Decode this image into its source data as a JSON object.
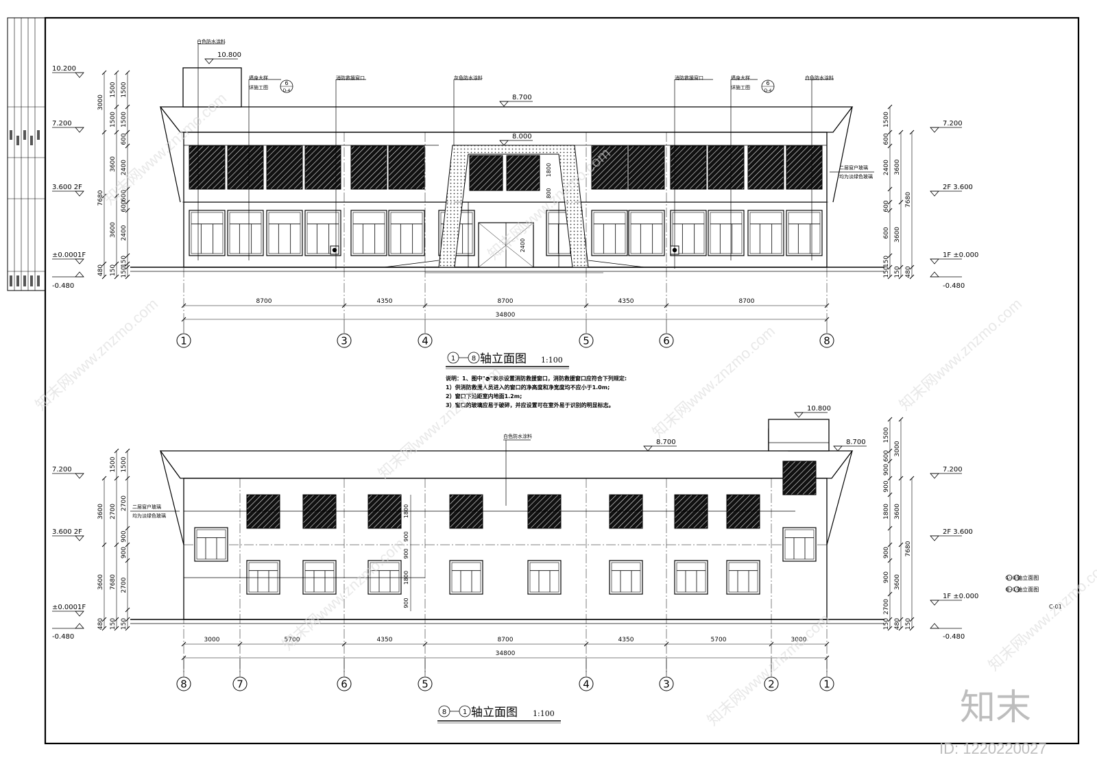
{
  "drawing": {
    "scale": "1:100",
    "sheet_no": "C-01",
    "index_list": [
      "①-⑧轴立面图",
      "⑧-①轴立面图"
    ]
  },
  "elevation_front": {
    "title_axes": [
      "1",
      "8"
    ],
    "title": "轴立面图",
    "scale": "1:100",
    "levels_left": [
      "10.200",
      "7.200",
      "3.600  2F",
      "±0.0001F",
      "-0.480"
    ],
    "levels_right": [
      "7.200",
      "2F  3.600",
      "1F  ±0.000",
      "-0.480"
    ],
    "level_marks_top": [
      "10.800",
      "8.700",
      "8.000"
    ],
    "vertical_dims_left": [
      "3000",
      "1500",
      "1500",
      "600",
      "2400",
      "600",
      "7680",
      "3600",
      "3600",
      "600",
      "2400",
      "150",
      "480",
      "150"
    ],
    "vertical_dims_right": [
      "1500",
      "600",
      "2400",
      "3600",
      "600",
      "7680",
      "600",
      "2400",
      "3600",
      "150",
      "480",
      "150"
    ],
    "dims": [
      "8700",
      "4350",
      "8700",
      "4350",
      "8700"
    ],
    "total": "34800",
    "axes": [
      "1",
      "3",
      "4",
      "5",
      "6",
      "8"
    ],
    "notes": [
      "白色防水涂料",
      "墙身大样",
      "详施工图",
      "6",
      "D-4",
      "灰色防水涂料",
      "消防救援窗口",
      "二层窗户玻璃",
      "均为淡绿色玻璃",
      "2400",
      "1800",
      "800"
    ],
    "remarks": [
      "说明：1、图中\"●\"表示设置消防救援窗口，消防救援窗口应符合下列规定:",
      "1）供消防救援人员进入的窗口的净高度和净宽度均不应小于1.0m;",
      "2）窗口下沿距室内地面1.2m;",
      "3）窗口的玻璃应易于破碎，并应设置可在室外易于识别的明显标志。"
    ]
  },
  "elevation_back": {
    "title_axes": [
      "8",
      "1"
    ],
    "title": "轴立面图",
    "scale": "1:100",
    "levels_left": [
      "7.200",
      "3.600  2F",
      "±0.0001F",
      "-0.480"
    ],
    "levels_right": [
      "7.200",
      "2F  3.600",
      "1F  ±0.000",
      "-0.480"
    ],
    "level_marks_top": [
      "10.800",
      "8.700",
      "8.700"
    ],
    "vertical_dims_left": [
      "1500",
      "2700",
      "3600",
      "900",
      "7680",
      "900",
      "3600",
      "2700",
      "150",
      "480",
      "150"
    ],
    "vertical_dims_right": [
      "1500",
      "600",
      "3000",
      "900",
      "900",
      "1800",
      "3600",
      "900",
      "900",
      "7680",
      "2700",
      "3600",
      "150",
      "480",
      "150"
    ],
    "window_dims": [
      "1800",
      "900",
      "900",
      "1800",
      "900"
    ],
    "dims": [
      "3000",
      "5700",
      "4350",
      "8700",
      "4350",
      "5700",
      "3000"
    ],
    "total": "34800",
    "axes": [
      "8",
      "7",
      "6",
      "5",
      "4",
      "3",
      "2",
      "1"
    ],
    "notes": [
      "白色防水涂料",
      "二层窗户玻璃",
      "均为淡绿色玻璃"
    ]
  },
  "watermark": {
    "logo": "知末",
    "id": "ID: 1220220027",
    "text": "知末网www.znzmo.com"
  }
}
